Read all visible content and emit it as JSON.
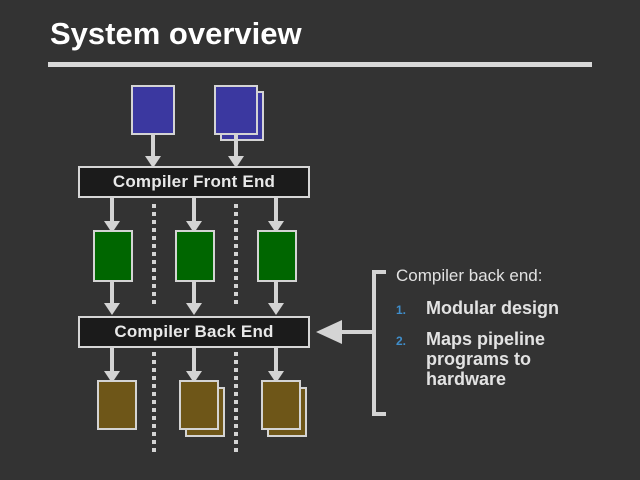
{
  "slide": {
    "title": "System overview",
    "background_color": "#333333",
    "rule_color": "#d8d8d8"
  },
  "diagram": {
    "colors": {
      "source_blue": "#3b38a0",
      "module_green": "#006600",
      "output_brown": "#6e5618",
      "bar_fill": "#1b1b1b",
      "line": "#d4d4d4"
    },
    "inputs": [
      {
        "name": "source-program-single",
        "stacked": false
      },
      {
        "name": "source-program-stack",
        "stacked": true
      }
    ],
    "front_end": {
      "label": "Compiler Front End"
    },
    "modules": [
      {
        "name": "module-stage-1",
        "stacked": false
      },
      {
        "name": "module-stage-2",
        "stacked": false
      },
      {
        "name": "module-stage-3",
        "stacked": false
      }
    ],
    "back_end": {
      "label": "Compiler Back End"
    },
    "outputs": [
      {
        "name": "binary-output-1",
        "stacked": false
      },
      {
        "name": "binary-output-2",
        "stacked": true
      },
      {
        "name": "binary-output-3",
        "stacked": true
      }
    ],
    "separators": 2
  },
  "callout": {
    "heading": "Compiler back end:",
    "items": [
      {
        "number": "1.",
        "text": "Modular design"
      },
      {
        "number": "2.",
        "text": "Maps pipeline programs to hardware"
      }
    ],
    "number_color": "#3f8ecb",
    "text_color": "#e2e2e2"
  }
}
